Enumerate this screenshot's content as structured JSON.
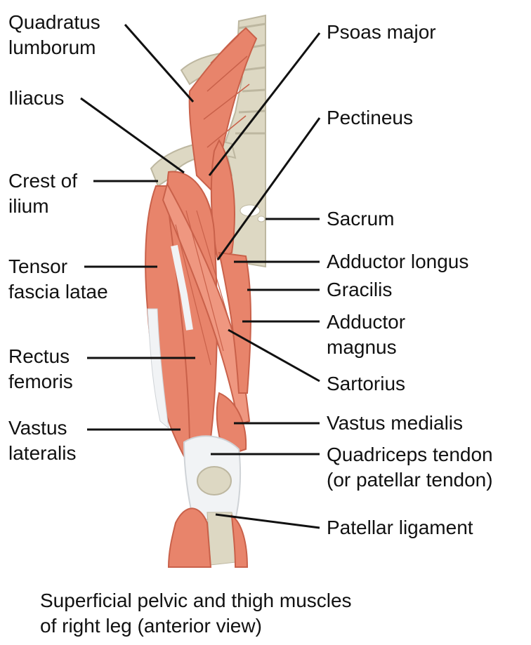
{
  "figure": {
    "caption_line1": "Superficial pelvic and thigh muscles",
    "caption_line2": "of right leg (anterior view)"
  },
  "colors": {
    "muscle": "#e8846b",
    "muscle_dark": "#c9614a",
    "muscle_light": "#f2a58e",
    "tendon": "#f1f3f5",
    "bone": "#ddd8c3",
    "bone_dark": "#bdb7a0"
  },
  "labels": {
    "quadratus_lumborum": [
      "Quadratus",
      "lumborum"
    ],
    "iliacus": [
      "Iliacus"
    ],
    "crest_of_ilium": [
      "Crest of",
      "ilium"
    ],
    "tensor_fascia_latae": [
      "Tensor",
      "fascia latae"
    ],
    "rectus_femoris": [
      "Rectus",
      "femoris"
    ],
    "vastus_lateralis": [
      "Vastus",
      "lateralis"
    ],
    "psoas_major": [
      "Psoas major"
    ],
    "pectineus": [
      "Pectineus"
    ],
    "sacrum": [
      "Sacrum"
    ],
    "adductor_longus": [
      "Adductor longus"
    ],
    "gracilis": [
      "Gracilis"
    ],
    "adductor_magnus": [
      "Adductor",
      "magnus"
    ],
    "sartorius": [
      "Sartorius"
    ],
    "vastus_medialis": [
      "Vastus medialis"
    ],
    "quadriceps_tendon": [
      "Quadriceps tendon",
      "(or patellar tendon)"
    ],
    "patellar_ligament": [
      "Patellar ligament"
    ]
  }
}
